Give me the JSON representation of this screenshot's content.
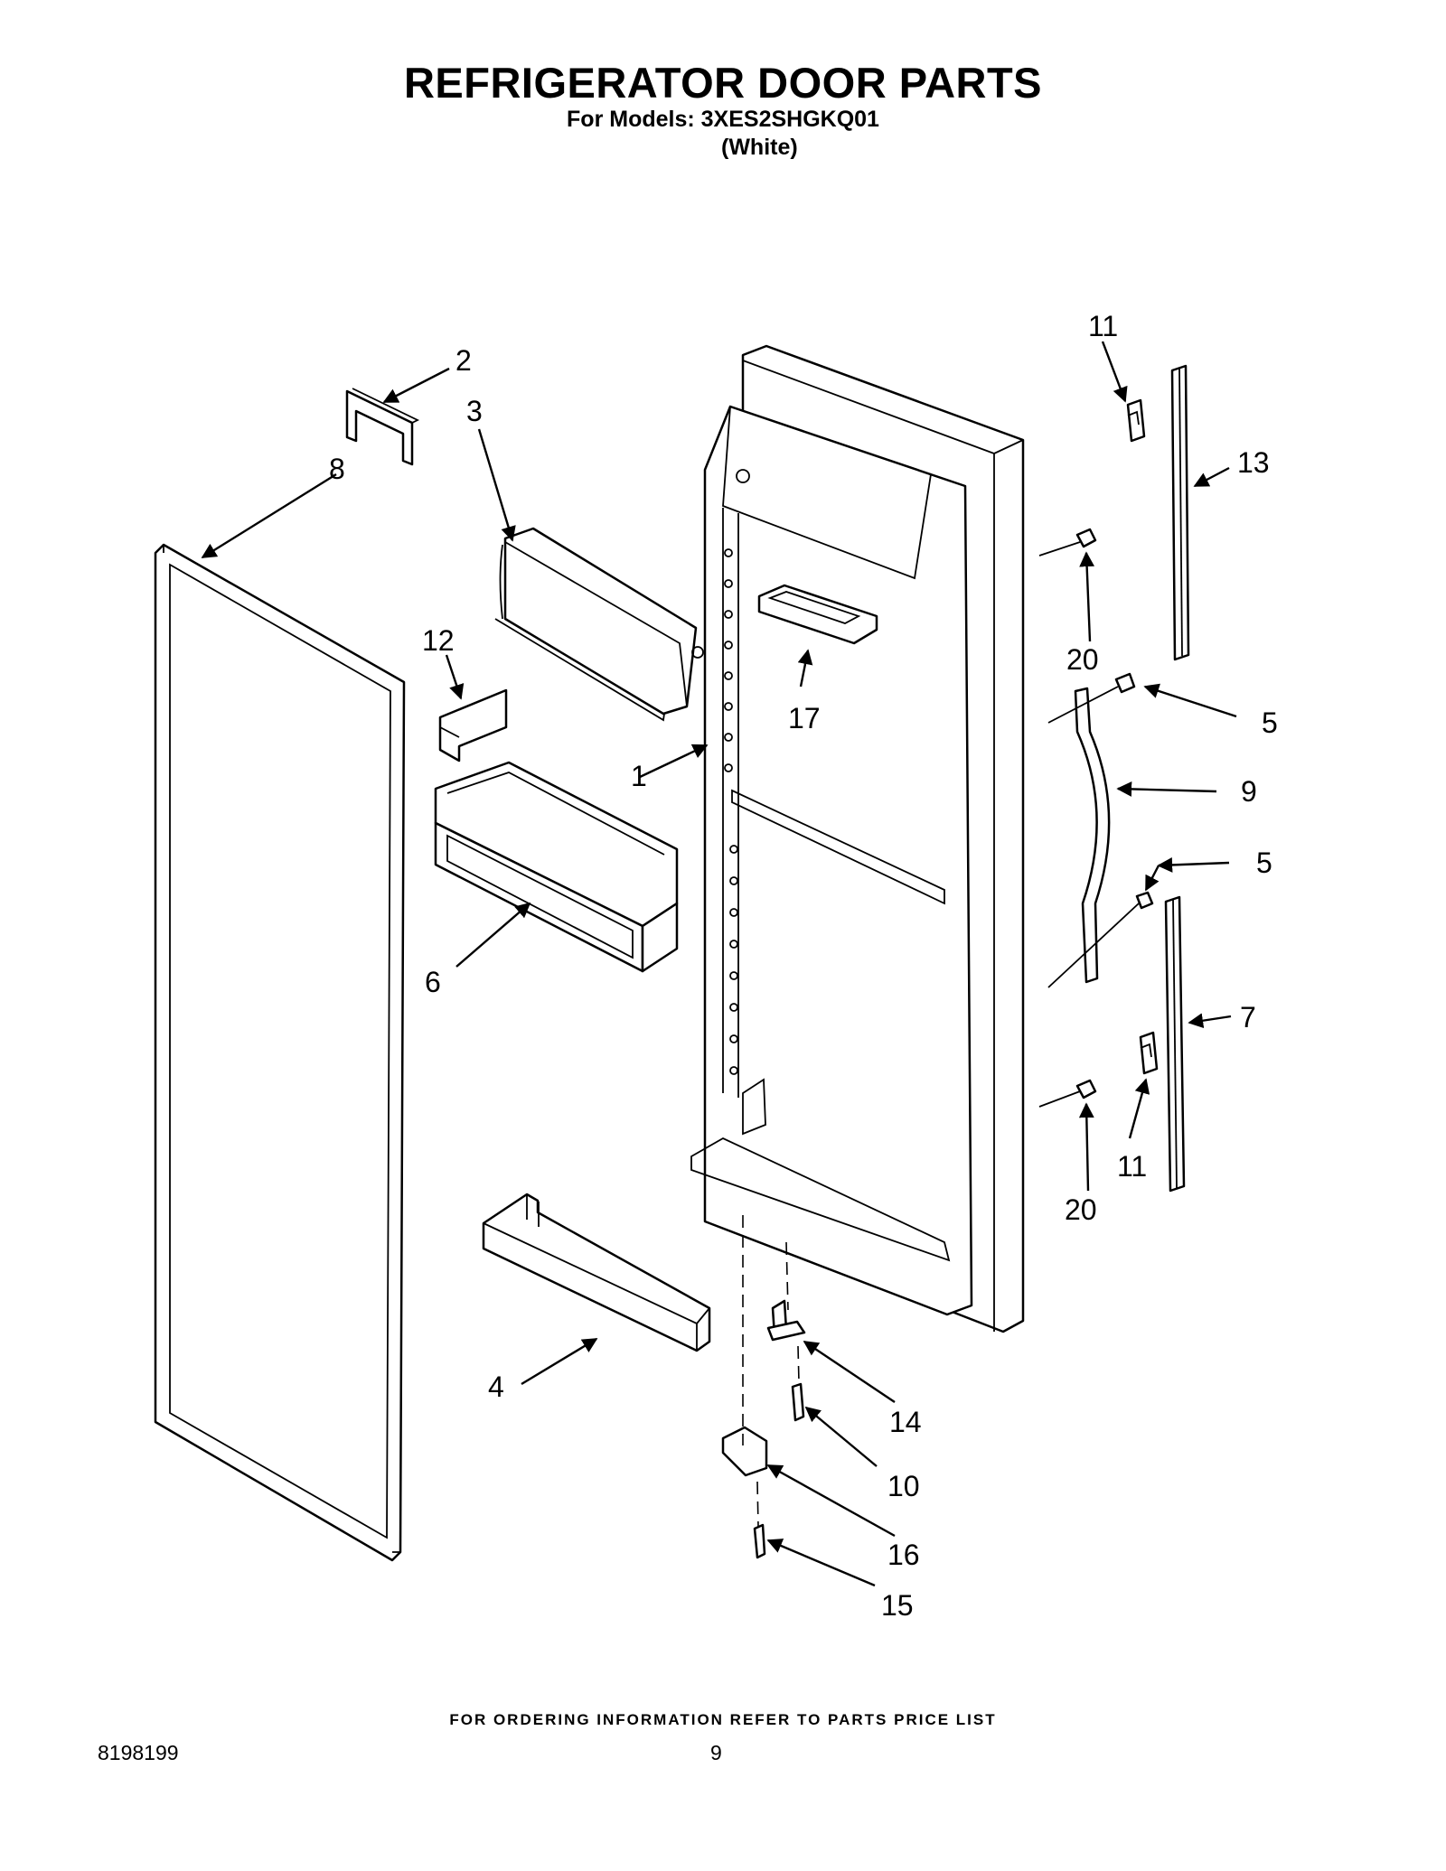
{
  "header": {
    "title": "REFRIGERATOR DOOR PARTS",
    "subtitle": "For Models: 3XES2SHGKQ01",
    "variant": "(White)"
  },
  "callouts": [
    {
      "id": "c1",
      "label": "1"
    },
    {
      "id": "c2",
      "label": "2"
    },
    {
      "id": "c3",
      "label": "3"
    },
    {
      "id": "c4",
      "label": "4"
    },
    {
      "id": "c5a",
      "label": "5"
    },
    {
      "id": "c5b",
      "label": "5"
    },
    {
      "id": "c6",
      "label": "6"
    },
    {
      "id": "c7",
      "label": "7"
    },
    {
      "id": "c8",
      "label": "8"
    },
    {
      "id": "c9",
      "label": "9"
    },
    {
      "id": "c10",
      "label": "10"
    },
    {
      "id": "c11a",
      "label": "11"
    },
    {
      "id": "c11b",
      "label": "11"
    },
    {
      "id": "c12",
      "label": "12"
    },
    {
      "id": "c13",
      "label": "13"
    },
    {
      "id": "c14",
      "label": "14"
    },
    {
      "id": "c15",
      "label": "15"
    },
    {
      "id": "c16",
      "label": "16"
    },
    {
      "id": "c17",
      "label": "17"
    },
    {
      "id": "c20a",
      "label": "20"
    },
    {
      "id": "c20b",
      "label": "20"
    }
  ],
  "footer": {
    "order_note": "FOR ORDERING INFORMATION REFER TO PARTS PRICE LIST",
    "doc_number": "8198199",
    "page_number": "9"
  }
}
